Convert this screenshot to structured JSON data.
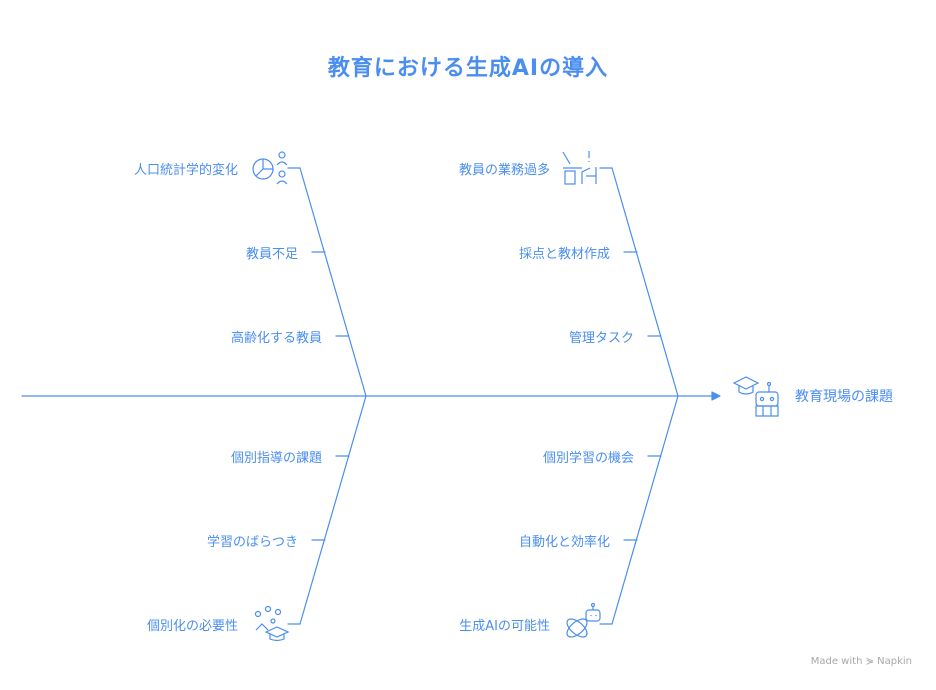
{
  "title": "教育における生成AIの導入",
  "effect": "教育現場の課題",
  "branches": {
    "top_left": {
      "head": "人口統計学的変化",
      "items": [
        "教員不足",
        "高齢化する教員"
      ]
    },
    "top_right": {
      "head": "教員の業務過多",
      "items": [
        "採点と教材作成",
        "管理タスク"
      ]
    },
    "bottom_left": {
      "head": "個別化の必要性",
      "items": [
        "個別指導の課題",
        "学習のばらつき"
      ]
    },
    "bottom_right": {
      "head": "生成AIの可能性",
      "items": [
        "個別学習の機会",
        "自動化と効率化"
      ]
    }
  },
  "credit": "Made with ⋟ Napkin",
  "colors": {
    "accent": "#4a8ef0",
    "credit": "#a8a8a8"
  }
}
